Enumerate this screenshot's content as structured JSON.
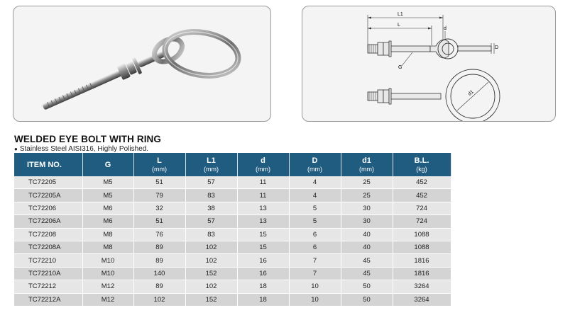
{
  "product": {
    "title": "WELDED EYE BOLT WITH RING",
    "subtitle": "Stainless Steel AISI316, Highly Polished."
  },
  "drawing": {
    "labels": {
      "L1": "L1",
      "L": "L",
      "d": "d",
      "D": "D",
      "G": "G",
      "d1": "d1"
    }
  },
  "table": {
    "headers": [
      {
        "label": "ITEM NO.",
        "unit": ""
      },
      {
        "label": "G",
        "unit": ""
      },
      {
        "label": "L",
        "unit": "(mm)"
      },
      {
        "label": "L1",
        "unit": "(mm)"
      },
      {
        "label": "d",
        "unit": "(mm)"
      },
      {
        "label": "D",
        "unit": "(mm)"
      },
      {
        "label": "d1",
        "unit": "(mm)"
      },
      {
        "label": "B.L.",
        "unit": "(kg)"
      }
    ],
    "rows": [
      [
        "TC72205",
        "M5",
        "51",
        "57",
        "11",
        "4",
        "25",
        "452"
      ],
      [
        "TC72205A",
        "M5",
        "79",
        "83",
        "11",
        "4",
        "25",
        "452"
      ],
      [
        "TC72206",
        "M6",
        "32",
        "38",
        "13",
        "5",
        "30",
        "724"
      ],
      [
        "TC72206A",
        "M6",
        "51",
        "57",
        "13",
        "5",
        "30",
        "724"
      ],
      [
        "TC72208",
        "M8",
        "76",
        "83",
        "15",
        "6",
        "40",
        "1088"
      ],
      [
        "TC72208A",
        "M8",
        "89",
        "102",
        "15",
        "6",
        "40",
        "1088"
      ],
      [
        "TC72210",
        "M10",
        "89",
        "102",
        "16",
        "7",
        "45",
        "1816"
      ],
      [
        "TC72210A",
        "M10",
        "140",
        "152",
        "16",
        "7",
        "45",
        "1816"
      ],
      [
        "TC72212",
        "M12",
        "89",
        "102",
        "18",
        "10",
        "50",
        "3264"
      ],
      [
        "TC72212A",
        "M12",
        "102",
        "152",
        "18",
        "10",
        "50",
        "3264"
      ]
    ]
  },
  "colors": {
    "header_bg": "#1f5c80",
    "row_light": "#e6e6e6",
    "row_dark": "#d4d4d4"
  }
}
